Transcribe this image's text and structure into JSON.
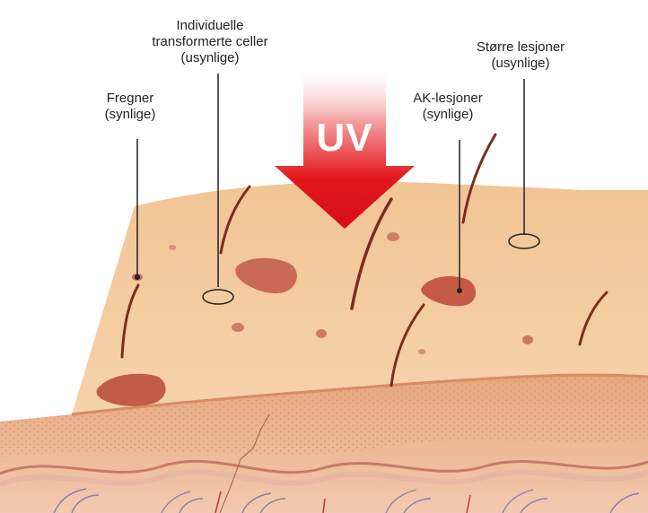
{
  "labels": {
    "freckles": {
      "line1": "Fregner",
      "line2": "(synlige)"
    },
    "individual_cells": {
      "line1": "Individuelle",
      "line2": "transformerte celler",
      "line3": "(usynlige)"
    },
    "ak_lesions": {
      "line1": "AK-lesjoner",
      "line2": "(synlige)"
    },
    "larger_lesions": {
      "line1": "Større lesjoner",
      "line2": "(usynlige)"
    }
  },
  "uv_arrow": {
    "text": "UV"
  },
  "colors": {
    "uv_arrow": "#e3151c",
    "skin_surface": "#f3c898",
    "lesion": "#c2604d",
    "hair": "#7a2e1e",
    "dermis": "#f2c9b0"
  }
}
